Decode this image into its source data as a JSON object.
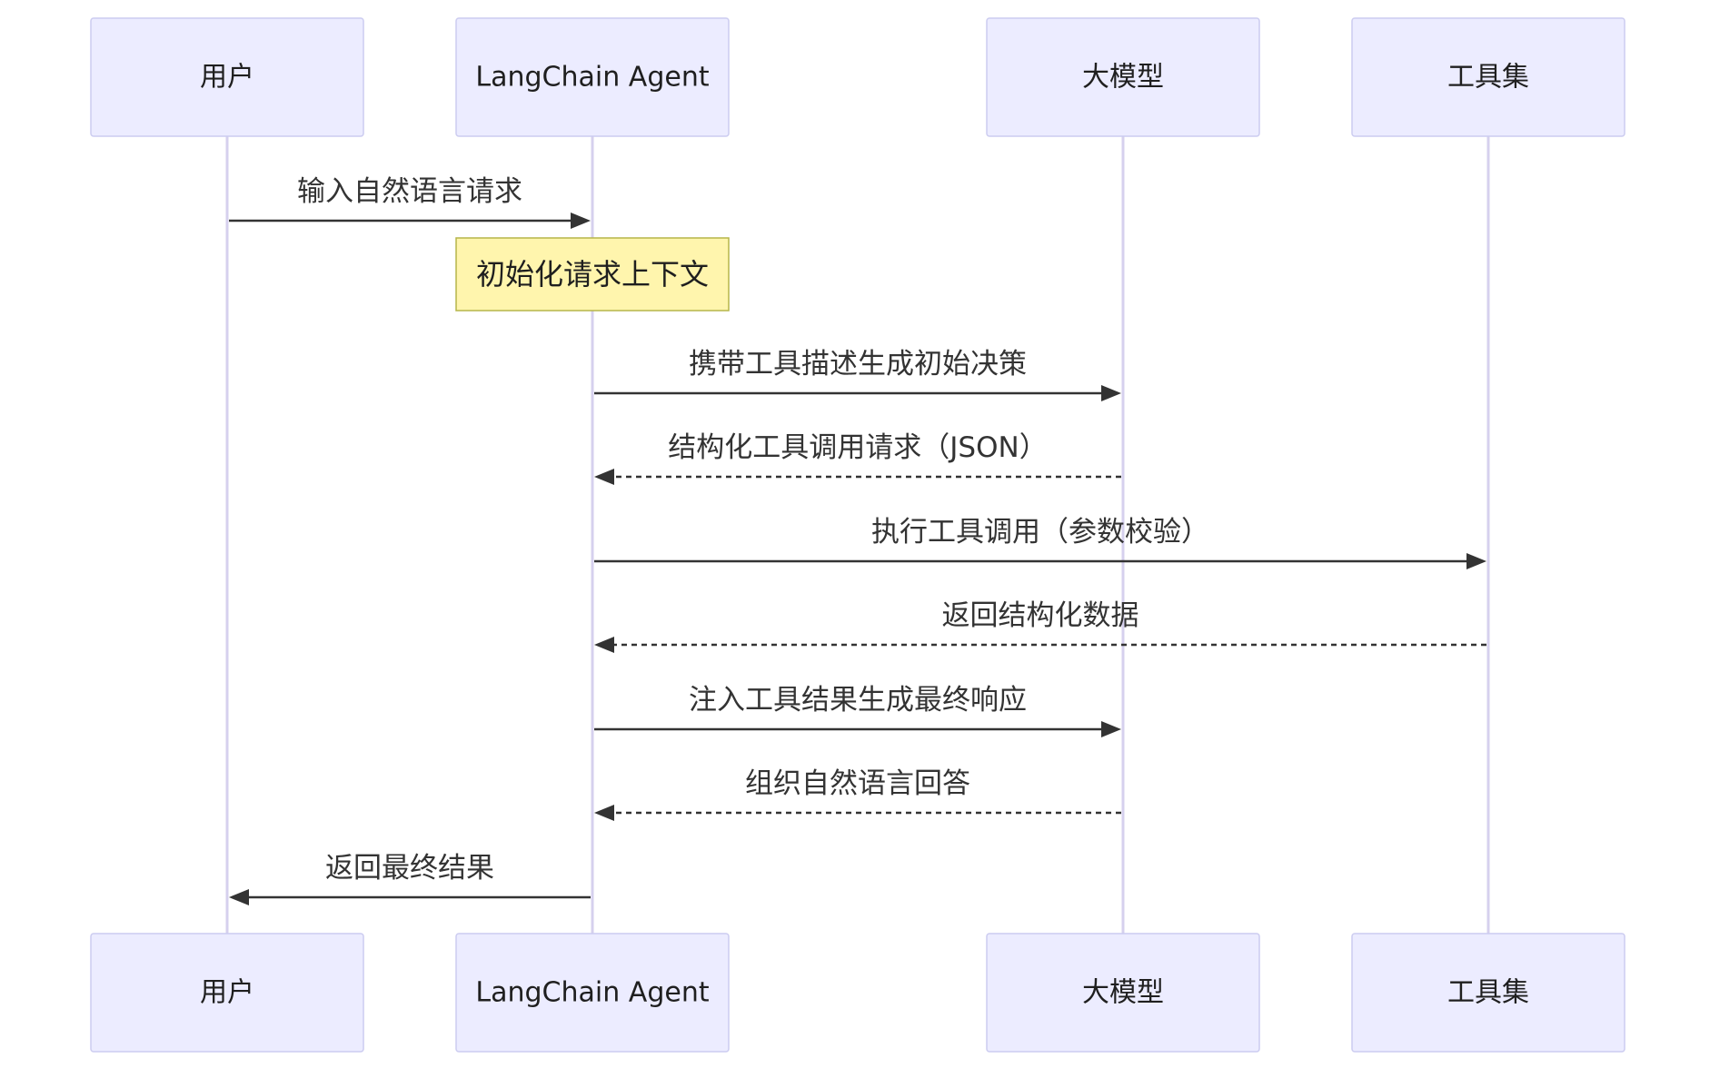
{
  "diagram": {
    "type": "sequence",
    "participants": [
      {
        "id": "user",
        "label": "用户"
      },
      {
        "id": "agent",
        "label": "LangChain Agent"
      },
      {
        "id": "llm",
        "label": "大模型"
      },
      {
        "id": "tools",
        "label": "工具集"
      }
    ],
    "note": {
      "over": "agent",
      "text": "初始化请求上下文"
    },
    "messages": [
      {
        "from": "user",
        "to": "agent",
        "text": "输入自然语言请求",
        "style": "solid"
      },
      {
        "from": "agent",
        "to": "llm",
        "text": "携带工具描述生成初始决策",
        "style": "solid"
      },
      {
        "from": "llm",
        "to": "agent",
        "text": "结构化工具调用请求（JSON）",
        "style": "dashed"
      },
      {
        "from": "agent",
        "to": "tools",
        "text": "执行工具调用（参数校验）",
        "style": "solid"
      },
      {
        "from": "tools",
        "to": "agent",
        "text": "返回结构化数据",
        "style": "dashed"
      },
      {
        "from": "agent",
        "to": "llm",
        "text": "注入工具结果生成最终响应",
        "style": "solid"
      },
      {
        "from": "llm",
        "to": "agent",
        "text": "组织自然语言回答",
        "style": "dashed"
      },
      {
        "from": "agent",
        "to": "user",
        "text": "返回最终结果",
        "style": "solid"
      }
    ],
    "colors": {
      "actor_fill": "#ececff",
      "actor_stroke": "#ccccf0",
      "lifeline": "#d6d0ee",
      "note_fill": "#fff5ad",
      "note_stroke": "#b5b54a",
      "message": "#333333"
    }
  }
}
